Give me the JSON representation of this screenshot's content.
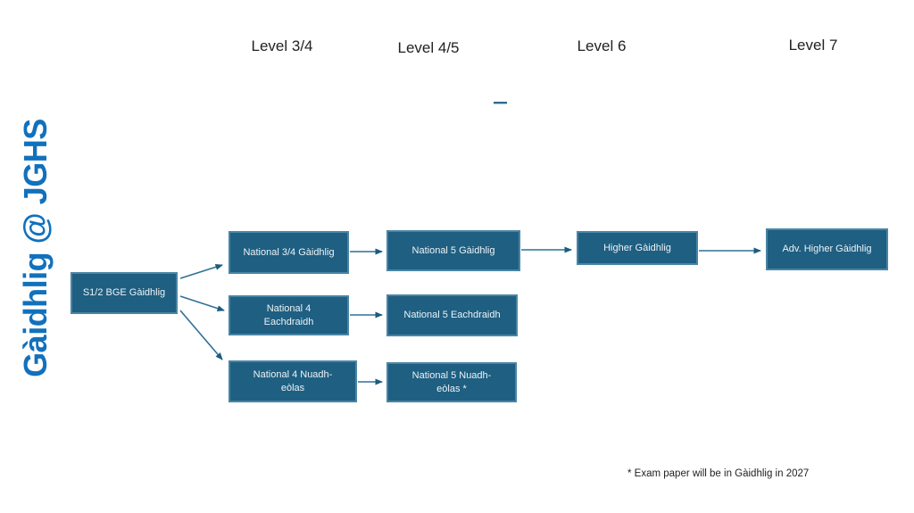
{
  "slide": {
    "title": "Gàidhlig @ JGHS",
    "footnote": "* Exam paper will be in Gàidhlig in 2027"
  },
  "column_headers": [
    {
      "label": "Level 3/4"
    },
    {
      "label": "Level 4/5"
    },
    {
      "label": "Level 6"
    },
    {
      "label": "Level 7"
    }
  ],
  "diagram": {
    "type": "flowchart",
    "nodes": {
      "s12_bge": {
        "label": "S1/2 BGE Gàidhlig",
        "lines": [
          "S1/2 BGE Gàidhlig"
        ],
        "column": null
      },
      "nat34_gaidhlig": {
        "label": "National 3/4 Gàidhlig",
        "lines": [
          "National 3/4 Gàidhlig"
        ],
        "column": "Level 3/4"
      },
      "nat4_eachdraidh": {
        "label": "National 4 Eachdraidh",
        "lines": [
          "National 4",
          "Eachdraidh"
        ],
        "column": "Level 3/4"
      },
      "nat4_nuadheolas": {
        "label": "National 4 Nuadh-eòlas",
        "lines": [
          "National 4 Nuadh-",
          "eòlas"
        ],
        "column": "Level 3/4"
      },
      "nat5_gaidhlig": {
        "label": "National 5 Gàidhlig",
        "lines": [
          "National 5 Gàidhlig"
        ],
        "column": "Level 4/5"
      },
      "nat5_eachdraidh": {
        "label": "National 5 Eachdraidh",
        "lines": [
          "National 5 Eachdraidh"
        ],
        "column": "Level 4/5"
      },
      "nat5_nuadheolas": {
        "label": "National 5 Nuadh-eòlas *",
        "lines": [
          "National 5 Nuadh-",
          "eòlas *"
        ],
        "column": "Level 4/5"
      },
      "higher_gaidhlig": {
        "label": "Higher Gàidhlig",
        "lines": [
          "Higher Gàidhlig"
        ],
        "column": "Level 6"
      },
      "adv_higher_gaidhlig": {
        "label": "Adv. Higher Gàidhlig",
        "lines": [
          "Adv. Higher Gàidhlig"
        ],
        "column": "Level 7"
      }
    },
    "edges": [
      {
        "from": "s12_bge",
        "to": "nat34_gaidhlig"
      },
      {
        "from": "s12_bge",
        "to": "nat4_eachdraidh"
      },
      {
        "from": "s12_bge",
        "to": "nat4_nuadheolas"
      },
      {
        "from": "nat34_gaidhlig",
        "to": "nat5_gaidhlig"
      },
      {
        "from": "nat4_eachdraidh",
        "to": "nat5_eachdraidh"
      },
      {
        "from": "nat4_nuadheolas",
        "to": "nat5_nuadheolas"
      },
      {
        "from": "nat5_gaidhlig",
        "to": "higher_gaidhlig"
      },
      {
        "from": "higher_gaidhlig",
        "to": "adv_higher_gaidhlig"
      }
    ]
  },
  "colors": {
    "node_fill": "#1e5f82",
    "node_border": "#4a85a4",
    "node_text": "#eef3f6",
    "arrow_line": "#2e7096",
    "arrow_head": "#1d5c7d",
    "title_blue": "#1171bd",
    "header_text": "#222222",
    "background": "#ffffff"
  }
}
